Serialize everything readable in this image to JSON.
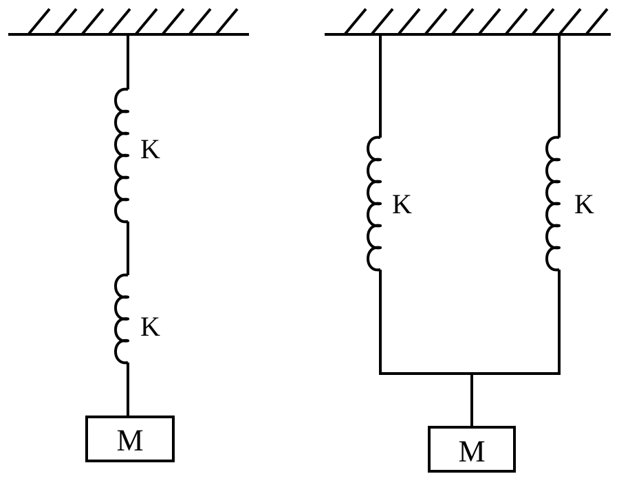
{
  "colors": {
    "line": "#000000",
    "background": "#ffffff"
  },
  "series_system": {
    "spring_top_label": "K",
    "spring_bottom_label": "K",
    "mass_label": "M"
  },
  "parallel_system": {
    "spring_left_label": "K",
    "spring_right_label": "K",
    "mass_label": "M"
  }
}
